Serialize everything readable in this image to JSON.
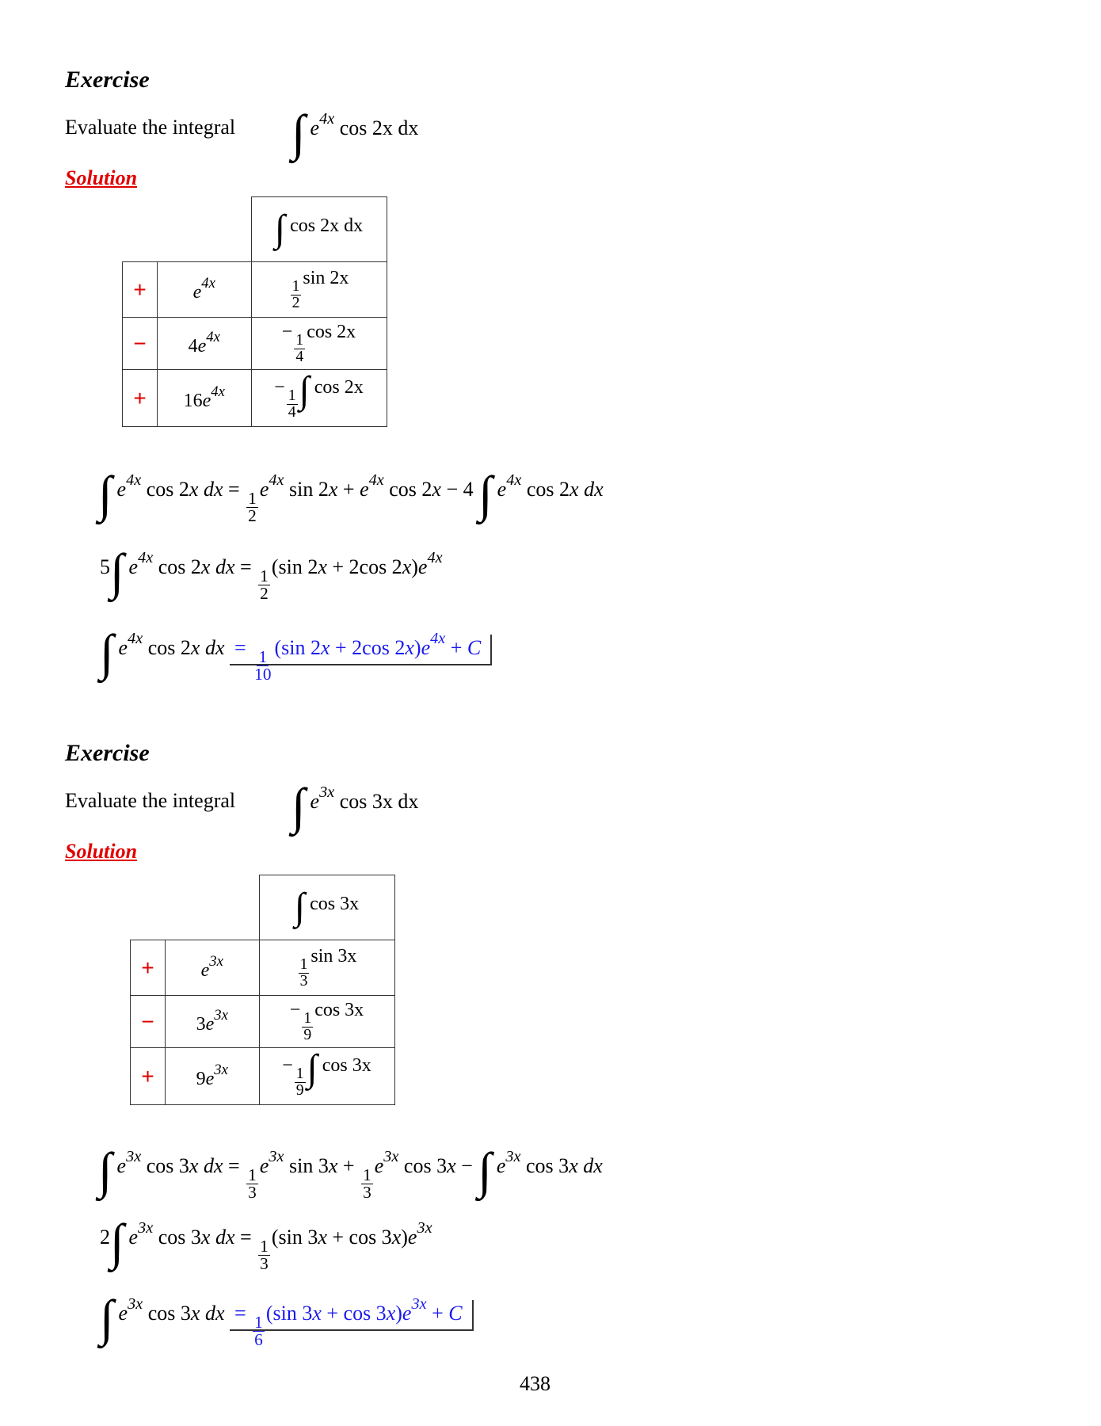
{
  "page_number": "438",
  "exercises": [
    {
      "heading": "Exercise",
      "prompt": "Evaluate the integral",
      "solution_label": "Solution",
      "integral": {
        "base": "e",
        "exp": "4x",
        "rest": " cos 2x dx"
      },
      "table": {
        "header": "cos 2x dx",
        "rows": [
          {
            "sign": "+",
            "left_coef": "",
            "left_base": "e",
            "left_exp": "4x",
            "frac_num": "1",
            "frac_den": "2",
            "frac_prefix": "",
            "right": "sin 2x",
            "has_integral": false
          },
          {
            "sign": "−",
            "left_coef": "4",
            "left_base": "e",
            "left_exp": "4x",
            "frac_num": "1",
            "frac_den": "4",
            "frac_prefix": "−",
            "right": "cos 2x",
            "has_integral": false
          },
          {
            "sign": "+",
            "left_coef": "16",
            "left_base": "e",
            "left_exp": "4x",
            "frac_num": "1",
            "frac_den": "4",
            "frac_prefix": "−",
            "right": "cos 2x",
            "has_integral": true
          }
        ]
      },
      "lines": [
        "∫e^4x cos 2x dx = 1/2 e^4x sin 2x + e^4x cos 2x − 4 ∫e^4x cos 2x dx",
        "5 ∫e^4x cos 2x dx = 1/2 (sin 2x + 2cos 2x) e^4x",
        "∫e^4x cos 2x dx = 1/10 (sin 2x + 2cos 2x) e^4x + C"
      ]
    },
    {
      "heading": "Exercise",
      "prompt": "Evaluate the integral",
      "solution_label": "Solution",
      "integral": {
        "base": "e",
        "exp": "3x",
        "rest": " cos 3x dx"
      },
      "table": {
        "header": "cos 3x",
        "rows": [
          {
            "sign": "+",
            "left_coef": "",
            "left_base": "e",
            "left_exp": "3x",
            "frac_num": "1",
            "frac_den": "3",
            "frac_prefix": "",
            "right": "sin 3x",
            "has_integral": false
          },
          {
            "sign": "−",
            "left_coef": "3",
            "left_base": "e",
            "left_exp": "3x",
            "frac_num": "1",
            "frac_den": "9",
            "frac_prefix": "−",
            "right": "cos 3x",
            "has_integral": false
          },
          {
            "sign": "+",
            "left_coef": "9",
            "left_base": "e",
            "left_exp": "3x",
            "frac_num": "1",
            "frac_den": "9",
            "frac_prefix": "−",
            "right": "cos 3x",
            "has_integral": true
          }
        ]
      },
      "lines": [
        "∫e^3x cos 3x dx = 1/3 e^3x sin 3x + 1/3 e^3x cos 3x − ∫e^3x cos 3x dx",
        "2 ∫e^3x cos 3x dx = 1/3 (sin 3x + cos 3x) e^3x",
        "∫e^3x cos 3x dx = 1/6 (sin 3x + cos 3x) e^3x + C"
      ]
    }
  ],
  "colors": {
    "accent_red": "#e00000",
    "answer_blue": "#1a1aee"
  }
}
